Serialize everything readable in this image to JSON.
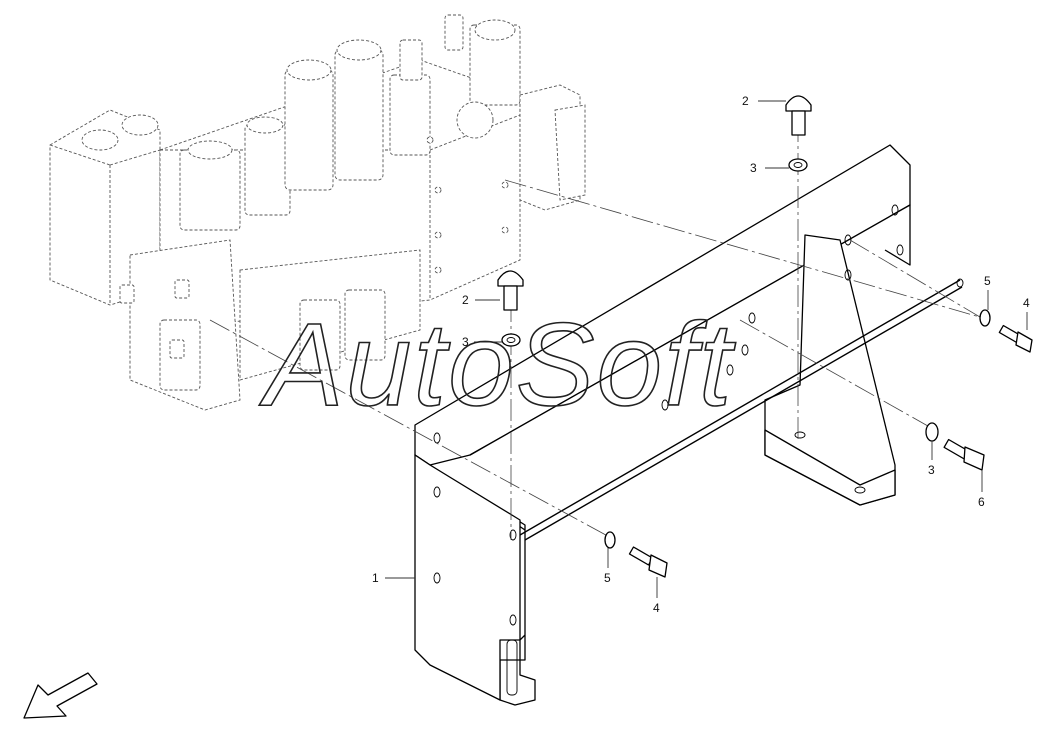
{
  "watermark": "AutoSoft",
  "callouts": {
    "c1": "1",
    "c2_top": "2",
    "c2_mid": "2",
    "c3_top": "3",
    "c3_mid": "3",
    "c3_right": "3",
    "c4_right": "4",
    "c4_bottom": "4",
    "c5_right": "5",
    "c5_bottom": "5",
    "c6": "6"
  },
  "icons": {
    "direction": "front-direction-arrow-icon"
  }
}
